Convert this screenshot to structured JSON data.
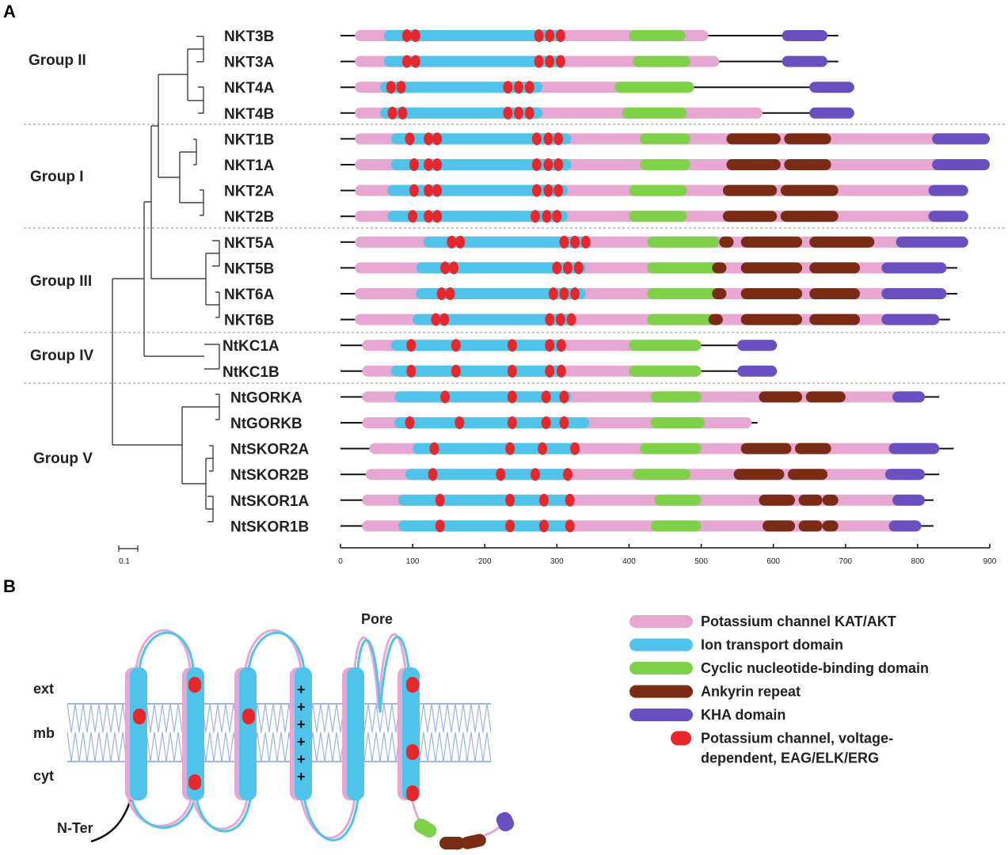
{
  "panels": {
    "a": "A",
    "b": "B"
  },
  "colors": {
    "pink": "#e6a8d2",
    "blue": "#4fc3ea",
    "green": "#7fd14a",
    "brown": "#7b2a13",
    "purple": "#6a4fc0",
    "red": "#e8272c",
    "membrane": "#9cb4e6"
  },
  "axis": {
    "min": 0,
    "max": 900,
    "ticks": [
      0,
      100,
      200,
      300,
      400,
      500,
      600,
      700,
      800,
      900
    ]
  },
  "scale_bar_label": "0.1",
  "groups": [
    {
      "label": "Group II"
    },
    {
      "label": "Group I"
    },
    {
      "label": "Group III"
    },
    {
      "label": "Group IV"
    },
    {
      "label": "Group V"
    }
  ],
  "genes": [
    {
      "name": "NKT3B",
      "line": [
        0,
        690
      ],
      "pink": [
        [
          20,
          510
        ]
      ],
      "blue": [
        [
          60,
          310
        ]
      ],
      "green": [
        [
          400,
          478
        ]
      ],
      "brown": [],
      "purple": [
        [
          612,
          675
        ]
      ],
      "red": [
        92,
        104,
        275,
        290,
        305
      ]
    },
    {
      "name": "NKT3A",
      "line": [
        0,
        690
      ],
      "pink": [
        [
          20,
          525
        ]
      ],
      "blue": [
        [
          60,
          310
        ]
      ],
      "green": [
        [
          405,
          485
        ]
      ],
      "brown": [],
      "purple": [
        [
          612,
          675
        ]
      ],
      "red": [
        92,
        104,
        275,
        290,
        305
      ]
    },
    {
      "name": "NKT4A",
      "line": [
        0,
        712
      ],
      "pink": [
        [
          20,
          490
        ]
      ],
      "blue": [
        [
          55,
          280
        ]
      ],
      "green": [
        [
          380,
          490
        ]
      ],
      "brown": [],
      "purple": [
        [
          650,
          712
        ]
      ],
      "red": [
        70,
        84,
        232,
        247,
        262
      ]
    },
    {
      "name": "NKT4B",
      "line": [
        0,
        712
      ],
      "pink": [
        [
          20,
          585
        ]
      ],
      "blue": [
        [
          55,
          280
        ]
      ],
      "green": [
        [
          390,
          480
        ]
      ],
      "brown": [],
      "purple": [
        [
          650,
          712
        ]
      ],
      "red": [
        72,
        86,
        232,
        247,
        262
      ]
    },
    {
      "name": "NKT1B",
      "line": [
        0,
        900
      ],
      "pink": [
        [
          20,
          900
        ]
      ],
      "blue": [
        [
          70,
          320
        ]
      ],
      "green": [
        [
          415,
          485
        ]
      ],
      "brown": [
        [
          535,
          610
        ],
        [
          615,
          680
        ]
      ],
      "purple": [
        [
          820,
          900
        ]
      ],
      "red": [
        96,
        122,
        134,
        272,
        288,
        302
      ]
    },
    {
      "name": "NKT1A",
      "line": [
        0,
        900
      ],
      "pink": [
        [
          20,
          900
        ]
      ],
      "blue": [
        [
          70,
          320
        ]
      ],
      "green": [
        [
          415,
          485
        ]
      ],
      "brown": [
        [
          535,
          610
        ],
        [
          615,
          680
        ]
      ],
      "purple": [
        [
          820,
          900
        ]
      ],
      "red": [
        102,
        122,
        134,
        272,
        288,
        302
      ]
    },
    {
      "name": "NKT2A",
      "line": [
        0,
        870
      ],
      "pink": [
        [
          20,
          870
        ]
      ],
      "blue": [
        [
          65,
          315
        ]
      ],
      "green": [
        [
          400,
          480
        ]
      ],
      "brown": [
        [
          530,
          605
        ],
        [
          610,
          690
        ]
      ],
      "purple": [
        [
          815,
          870
        ]
      ],
      "red": [
        102,
        122,
        134,
        272,
        288,
        302
      ]
    },
    {
      "name": "NKT2B",
      "line": [
        0,
        870
      ],
      "pink": [
        [
          20,
          870
        ]
      ],
      "blue": [
        [
          65,
          315
        ]
      ],
      "green": [
        [
          400,
          480
        ]
      ],
      "brown": [
        [
          530,
          605
        ],
        [
          610,
          690
        ]
      ],
      "purple": [
        [
          815,
          870
        ]
      ],
      "red": [
        100,
        122,
        134,
        270,
        286,
        300
      ]
    },
    {
      "name": "NKT5A",
      "line": [
        0,
        870
      ],
      "pink": [
        [
          20,
          870
        ]
      ],
      "blue": [
        [
          115,
          340
        ]
      ],
      "green": [
        [
          425,
          525
        ]
      ],
      "brown": [
        [
          525,
          545
        ],
        [
          555,
          640
        ],
        [
          650,
          740
        ]
      ],
      "purple": [
        [
          770,
          870
        ]
      ],
      "red": [
        154,
        166,
        310,
        325,
        340
      ]
    },
    {
      "name": "NKT5B",
      "line": [
        0,
        855
      ],
      "pink": [
        [
          20,
          840
        ]
      ],
      "blue": [
        [
          105,
          340
        ]
      ],
      "green": [
        [
          425,
          525
        ]
      ],
      "brown": [
        [
          515,
          535
        ],
        [
          555,
          640
        ],
        [
          650,
          720
        ]
      ],
      "purple": [
        [
          750,
          840
        ]
      ],
      "red": [
        145,
        157,
        300,
        315,
        330
      ]
    },
    {
      "name": "NKT6A",
      "line": [
        0,
        855
      ],
      "pink": [
        [
          20,
          840
        ]
      ],
      "blue": [
        [
          105,
          340
        ]
      ],
      "green": [
        [
          425,
          525
        ]
      ],
      "brown": [
        [
          515,
          535
        ],
        [
          555,
          640
        ],
        [
          650,
          720
        ]
      ],
      "purple": [
        [
          750,
          840
        ]
      ],
      "red": [
        140,
        152,
        295,
        310,
        325
      ]
    },
    {
      "name": "NKT6B",
      "line": [
        0,
        845
      ],
      "pink": [
        [
          20,
          830
        ]
      ],
      "blue": [
        [
          100,
          325
        ]
      ],
      "green": [
        [
          425,
          520
        ]
      ],
      "brown": [
        [
          510,
          530
        ],
        [
          555,
          640
        ],
        [
          650,
          720
        ]
      ],
      "purple": [
        [
          750,
          830
        ]
      ],
      "red": [
        132,
        144,
        290,
        305,
        320
      ]
    },
    {
      "name": "NtKC1A",
      "line": [
        0,
        605
      ],
      "pink": [
        [
          30,
          500
        ]
      ],
      "blue": [
        [
          70,
          310
        ]
      ],
      "green": [
        [
          400,
          500
        ]
      ],
      "brown": [],
      "purple": [
        [
          550,
          605
        ]
      ],
      "red": [
        98,
        160,
        238,
        290,
        306
      ]
    },
    {
      "name": "NtKC1B",
      "line": [
        0,
        605
      ],
      "pink": [
        [
          30,
          500
        ]
      ],
      "blue": [
        [
          70,
          310
        ]
      ],
      "green": [
        [
          400,
          500
        ]
      ],
      "brown": [],
      "purple": [
        [
          550,
          605
        ]
      ],
      "red": [
        98,
        160,
        238,
        290,
        306
      ]
    },
    {
      "name": "NtGORKA",
      "line": [
        0,
        830
      ],
      "pink": [
        [
          30,
          810
        ]
      ],
      "blue": [
        [
          75,
          320
        ]
      ],
      "green": [
        [
          430,
          500
        ]
      ],
      "brown": [
        [
          580,
          640
        ],
        [
          645,
          700
        ]
      ],
      "purple": [
        [
          765,
          810
        ]
      ],
      "red": [
        145,
        238,
        285,
        310
      ]
    },
    {
      "name": "NtGORKB",
      "line": [
        0,
        578
      ],
      "pink": [
        [
          30,
          570
        ]
      ],
      "blue": [
        [
          75,
          345
        ]
      ],
      "green": [
        [
          430,
          505
        ]
      ],
      "brown": [],
      "purple": [],
      "red": [
        96,
        165,
        238,
        285,
        310
      ]
    },
    {
      "name": "NtSKOR2A",
      "line": [
        0,
        850
      ],
      "pink": [
        [
          40,
          830
        ]
      ],
      "blue": [
        [
          100,
          330
        ]
      ],
      "green": [
        [
          415,
          500
        ]
      ],
      "brown": [
        [
          555,
          625
        ],
        [
          630,
          680
        ]
      ],
      "purple": [
        [
          760,
          830
        ]
      ],
      "red": [
        130,
        235,
        280,
        325
      ]
    },
    {
      "name": "NtSKOR2B",
      "line": [
        0,
        830
      ],
      "pink": [
        [
          35,
          810
        ]
      ],
      "blue": [
        [
          90,
          320
        ]
      ],
      "green": [
        [
          405,
          485
        ]
      ],
      "brown": [
        [
          545,
          615
        ],
        [
          620,
          675
        ]
      ],
      "purple": [
        [
          755,
          810
        ]
      ],
      "red": [
        128,
        222,
        270,
        315
      ]
    },
    {
      "name": "NtSKOR1A",
      "line": [
        0,
        822
      ],
      "pink": [
        [
          30,
          810
        ]
      ],
      "blue": [
        [
          80,
          320
        ]
      ],
      "green": [
        [
          435,
          500
        ]
      ],
      "brown": [
        [
          580,
          630
        ],
        [
          635,
          668
        ],
        [
          668,
          690
        ]
      ],
      "purple": [
        [
          765,
          810
        ]
      ],
      "red": [
        138,
        235,
        282,
        318
      ]
    },
    {
      "name": "NtSKOR1B",
      "line": [
        0,
        822
      ],
      "pink": [
        [
          30,
          805
        ]
      ],
      "blue": [
        [
          80,
          320
        ]
      ],
      "green": [
        [
          430,
          500
        ]
      ],
      "brown": [
        [
          585,
          630
        ],
        [
          635,
          668
        ],
        [
          668,
          690
        ]
      ],
      "purple": [
        [
          760,
          805
        ]
      ],
      "red": [
        138,
        235,
        282,
        318
      ]
    }
  ],
  "legend": [
    {
      "label": "Potassium channel KAT/AKT",
      "color": "pink",
      "shape": "bar"
    },
    {
      "label": "Ion transport domain",
      "color": "blue",
      "shape": "bar"
    },
    {
      "label": "Cyclic nucleotide-binding domain",
      "color": "green",
      "shape": "bar"
    },
    {
      "label": "Ankyrin repeat",
      "color": "brown",
      "shape": "bar"
    },
    {
      "label": "KHA domain",
      "color": "purple",
      "shape": "bar"
    },
    {
      "label": "Potassium channel, voltage-",
      "label2": "dependent, EAG/ELK/ERG",
      "color": "red",
      "shape": "dot"
    }
  ],
  "membrane_labels": {
    "ext": "ext",
    "mb": "mb",
    "cyt": "cyt",
    "nter": "N-Ter",
    "pore": "Pore",
    "plus": "+"
  }
}
